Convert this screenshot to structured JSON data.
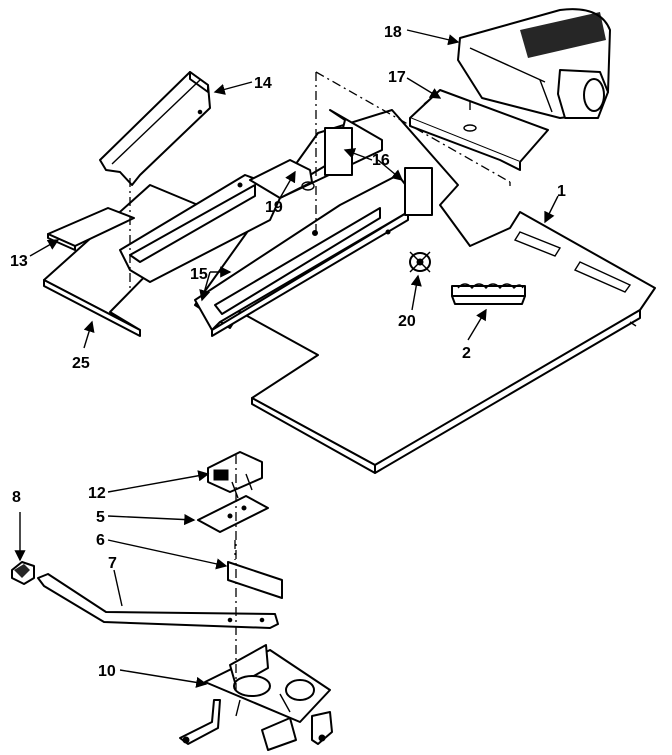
{
  "callouts": {
    "c1": "1",
    "c2": "2",
    "c5": "5",
    "c6": "6",
    "c7": "7",
    "c8": "8",
    "c10": "10",
    "c12": "12",
    "c13": "13",
    "c14": "14",
    "c15": "15",
    "c16": "16",
    "c17": "17",
    "c18": "18",
    "c19": "19",
    "c20": "20",
    "c25": "25"
  }
}
